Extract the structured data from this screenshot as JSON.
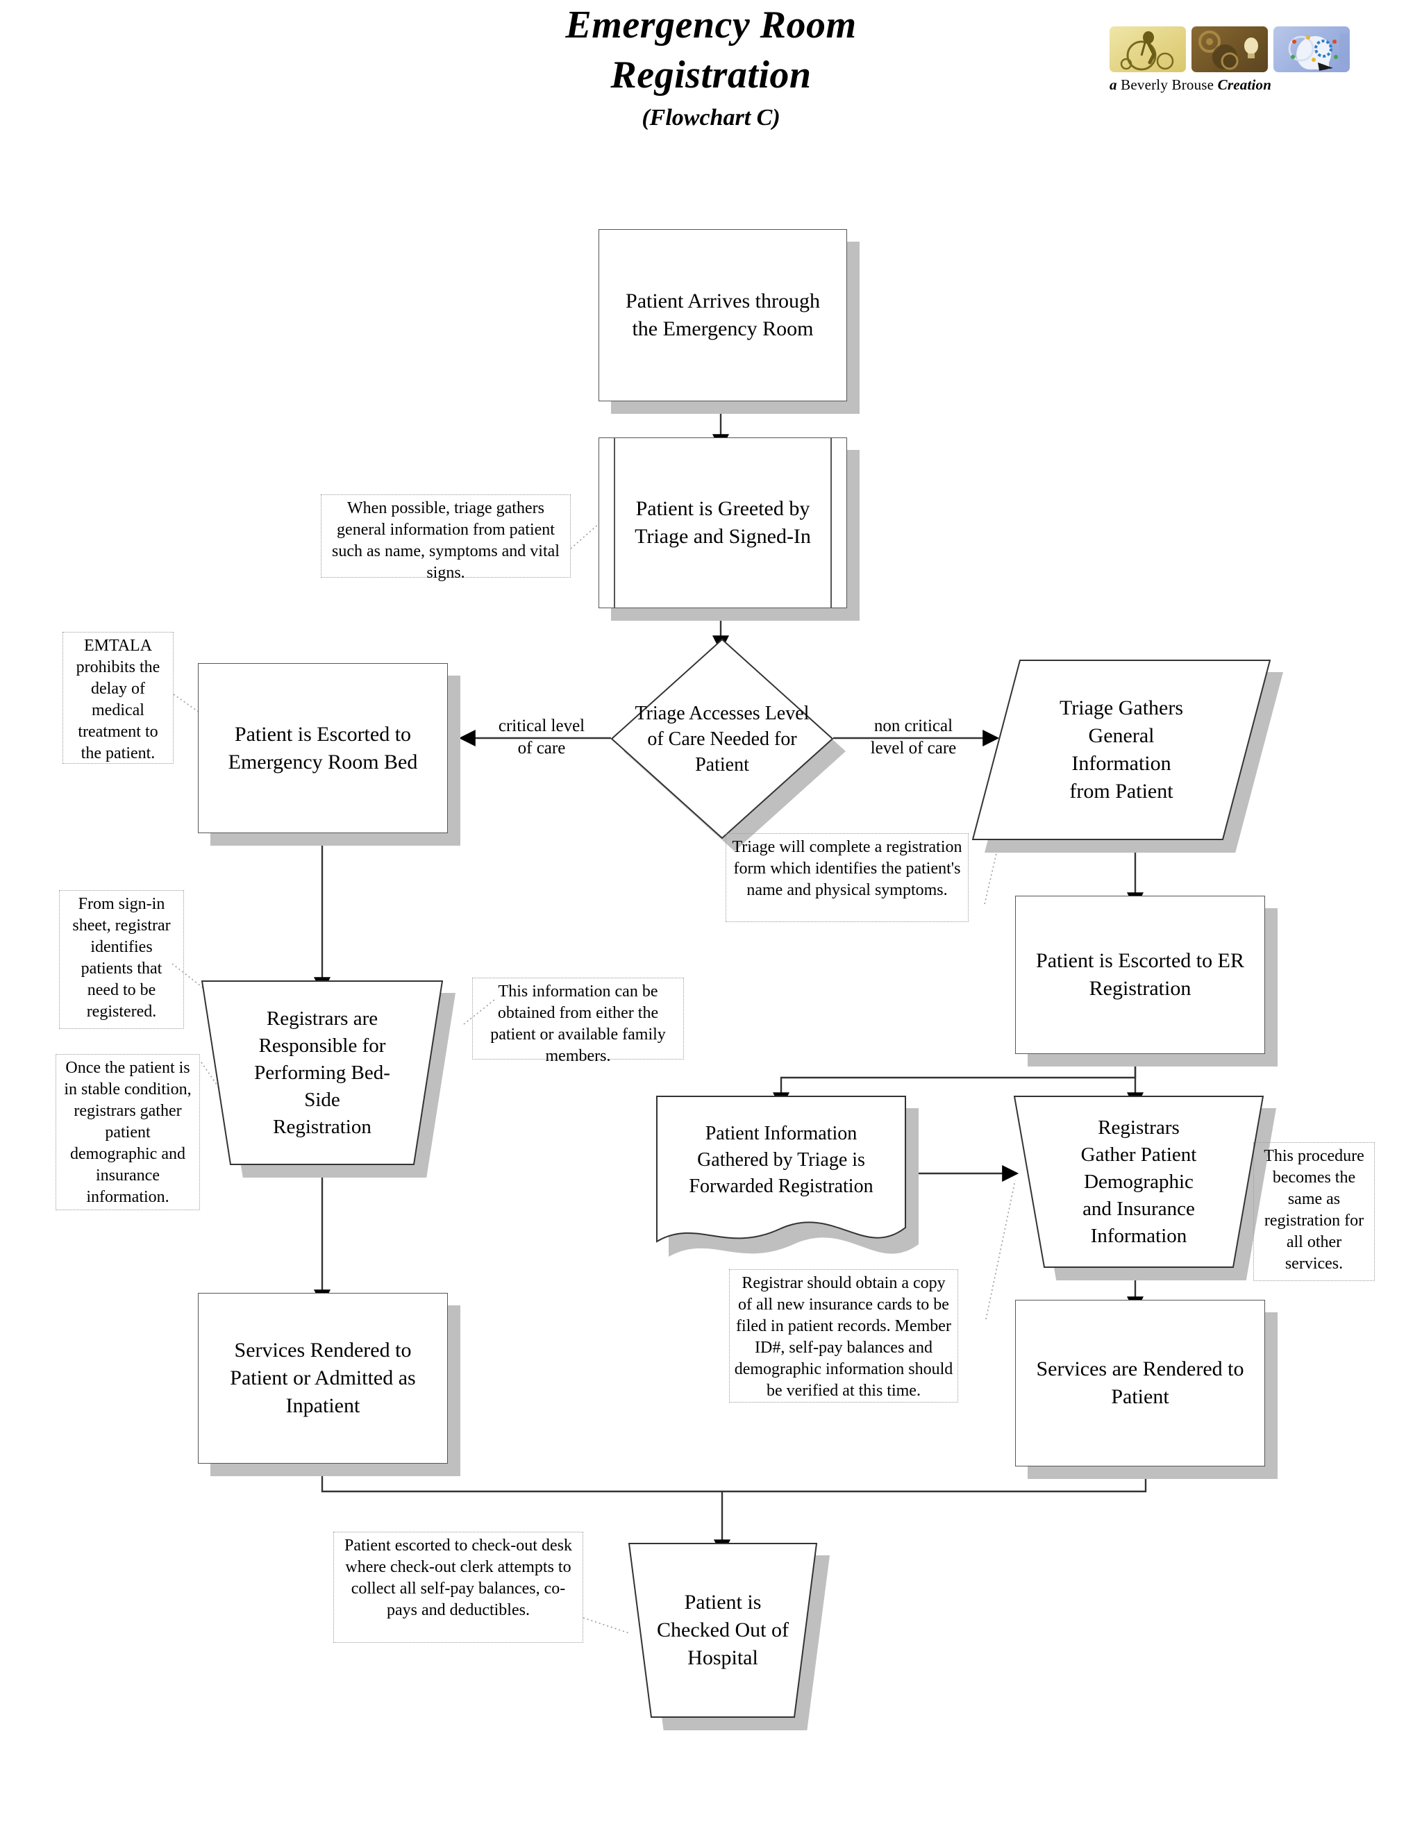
{
  "header": {
    "title_line1": "Emergency Room",
    "title_line2": "Registration",
    "subtitle": "(Flowchart C)"
  },
  "logo": {
    "caption_a": "a",
    "caption_main": "Beverly Brous",
    "caption_e": "e",
    "caption_creation": "Creation",
    "tiles": [
      {
        "name": "penny-farthing-cyclist-tile",
        "color": "#e3d485"
      },
      {
        "name": "gears-lightbulb-tile",
        "color": "#6d5225"
      },
      {
        "name": "brain-head-network-tile",
        "color": "#9fb2e0"
      }
    ]
  },
  "flowchart": {
    "type": "flowchart",
    "nodes": [
      {
        "id": "n1",
        "shape": "process",
        "text": "Patient Arrives through\nthe Emergency Room"
      },
      {
        "id": "n2",
        "shape": "predefined-process",
        "text": "Patient is Greeted by\nTriage and Signed-In"
      },
      {
        "id": "n3",
        "shape": "decision",
        "text": "Triage Accesses Level\nof Care Needed for\nPatient"
      },
      {
        "id": "n4",
        "shape": "process",
        "text": "Patient is Escorted to\nEmergency Room Bed"
      },
      {
        "id": "n5",
        "shape": "parallelogram",
        "text": "Triage Gathers\nGeneral\nInformation\nfrom Patient"
      },
      {
        "id": "n6",
        "shape": "process",
        "text": "Patient is Escorted to ER\nRegistration"
      },
      {
        "id": "n7",
        "shape": "trapezoid",
        "text": "Registrars are\nResponsible for\nPerforming Bed-\nSide\nRegistration"
      },
      {
        "id": "n8",
        "shape": "document",
        "text": "Patient Information\nGathered by Triage is\nForwarded  Registration"
      },
      {
        "id": "n9",
        "shape": "trapezoid",
        "text": "Registrars\nGather Patient\nDemographic\nand Insurance\nInformation"
      },
      {
        "id": "n10",
        "shape": "process",
        "text": "Services Rendered to\nPatient or  Admitted as\nInpatient"
      },
      {
        "id": "n11",
        "shape": "process",
        "text": "Services are Rendered to\nPatient"
      },
      {
        "id": "n12",
        "shape": "trapezoid",
        "text": "Patient is\nChecked Out of\nHospital"
      }
    ],
    "edge_labels": [
      {
        "id": "e_critical",
        "text": "critical level\nof care"
      },
      {
        "id": "e_non_critical",
        "text": "non critical\nlevel of care"
      }
    ],
    "notes": [
      {
        "id": "note_triage_general",
        "text": "When possible, triage gathers general information from patient such as name, symptoms and vital signs."
      },
      {
        "id": "note_emtala",
        "text": "EMTALA prohibits the delay of medical treatment to the patient."
      },
      {
        "id": "note_signin_sheet",
        "text": "From sign-in sheet, registrar identifies patients that need to be registered."
      },
      {
        "id": "note_stable",
        "text": "Once the patient is in stable condition, registrars gather patient demographic and insurance information."
      },
      {
        "id": "note_reg_form",
        "text": "Triage will complete a registration form  which identifies the patient's name and physical symptoms."
      },
      {
        "id": "note_family",
        "text": "This information can be obtained from either  the patient or available family members."
      },
      {
        "id": "note_ins_cards",
        "text": "Registrar should obtain a copy of all new insurance cards to be filed in patient records. Member ID#, self-pay balances and demographic information should be verified at this time."
      },
      {
        "id": "note_same_as",
        "text": "This procedure becomes the same as registration for all other services."
      },
      {
        "id": "note_checkout",
        "text": "Patient escorted to check-out desk where check-out clerk attempts to collect all self-pay balances, co-pays and deductibles."
      }
    ]
  },
  "colors": {
    "shadow": "#bfbfbf",
    "stroke": "#555555",
    "note_border": "#9a9a9a",
    "text": "#000000"
  }
}
